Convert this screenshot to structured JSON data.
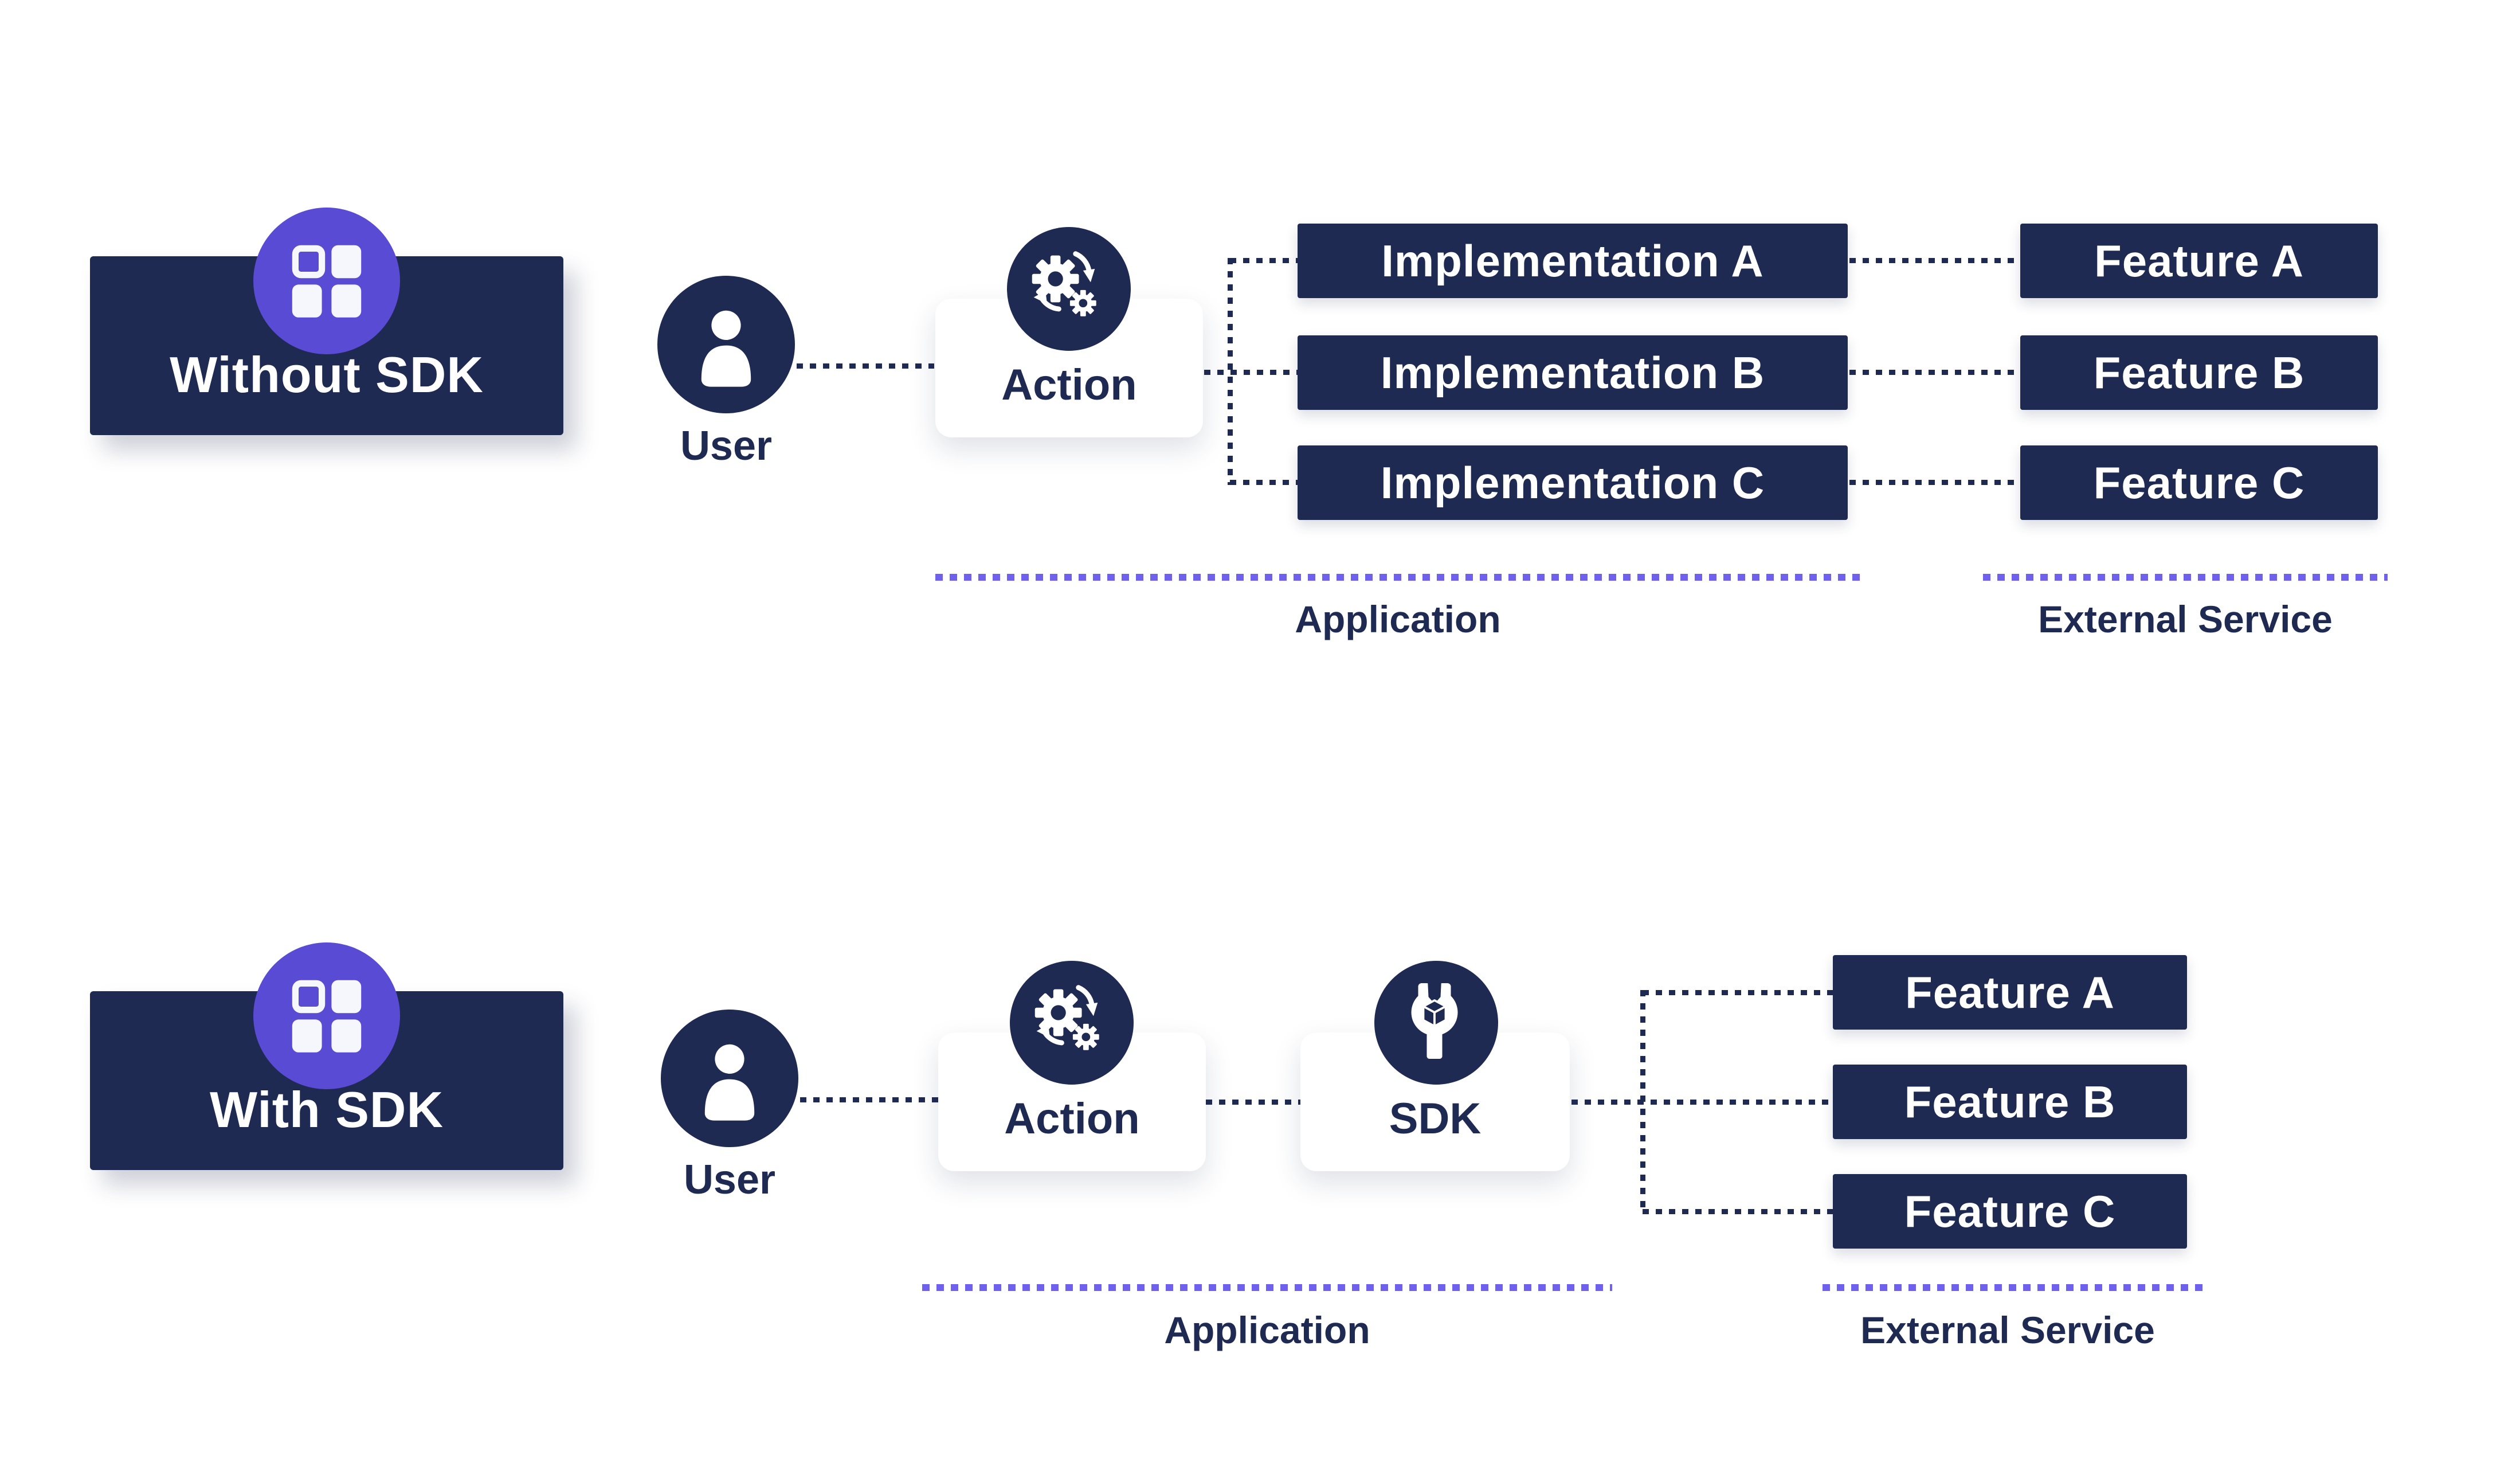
{
  "colors": {
    "navy": "#1f2a52",
    "purple": "#5a4bd5",
    "purple_dotted_line": "#6f61ee",
    "background": "#ffffff"
  },
  "icons": {
    "badge": "grid-icon",
    "user": "user-icon",
    "action": "gears-sync-icon",
    "sdk": "wrench-cube-icon"
  },
  "without_sdk": {
    "badge_label": "Without SDK",
    "user_label": "User",
    "action_label": "Action",
    "implementations": [
      "Implementation A",
      "Implementation B",
      "Implementation C"
    ],
    "features": [
      "Feature A",
      "Feature B",
      "Feature C"
    ],
    "application_zone_label": "Application",
    "external_zone_label": "External Service"
  },
  "with_sdk": {
    "badge_label": "With SDK",
    "user_label": "User",
    "action_label": "Action",
    "sdk_label": "SDK",
    "features": [
      "Feature A",
      "Feature B",
      "Feature C"
    ],
    "application_zone_label": "Application",
    "external_zone_label": "External Service"
  }
}
